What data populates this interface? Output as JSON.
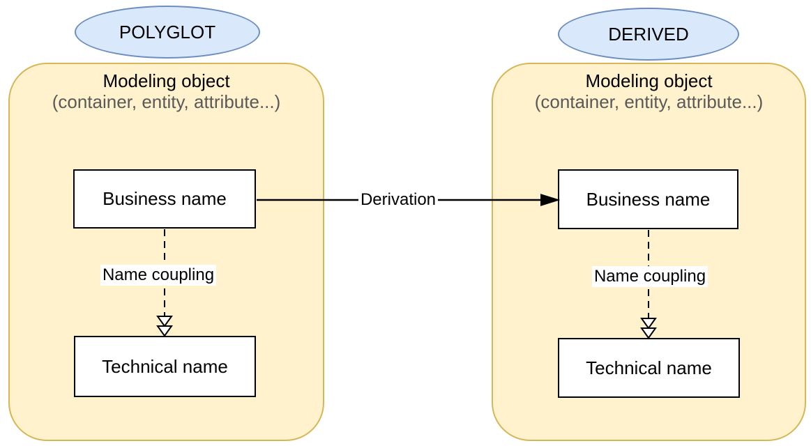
{
  "panels": {
    "polyglot": {
      "tag": "POLYGLOT",
      "title": "Modeling object",
      "subtitle": "(container, entity, attribute...)",
      "business_box_label": "Business name",
      "technical_box_label": "Technical name",
      "coupling_edge_label": "Name coupling"
    },
    "derived": {
      "tag": "DERIVED",
      "title": "Modeling object",
      "subtitle": "(container, entity, attribute...)",
      "business_box_label": "Business name",
      "technical_box_label": "Technical name",
      "coupling_edge_label": "Name coupling"
    }
  },
  "edges": {
    "derivation_label": "Derivation"
  },
  "colors": {
    "container_fill": "#fff2cc",
    "container_border": "#d6b656",
    "ellipse_fill": "#dae8fc",
    "ellipse_border": "#6c8ebf",
    "box_fill": "#ffffff",
    "box_border": "#000000",
    "subtitle_text": "#595959",
    "edge_color": "#000000"
  }
}
